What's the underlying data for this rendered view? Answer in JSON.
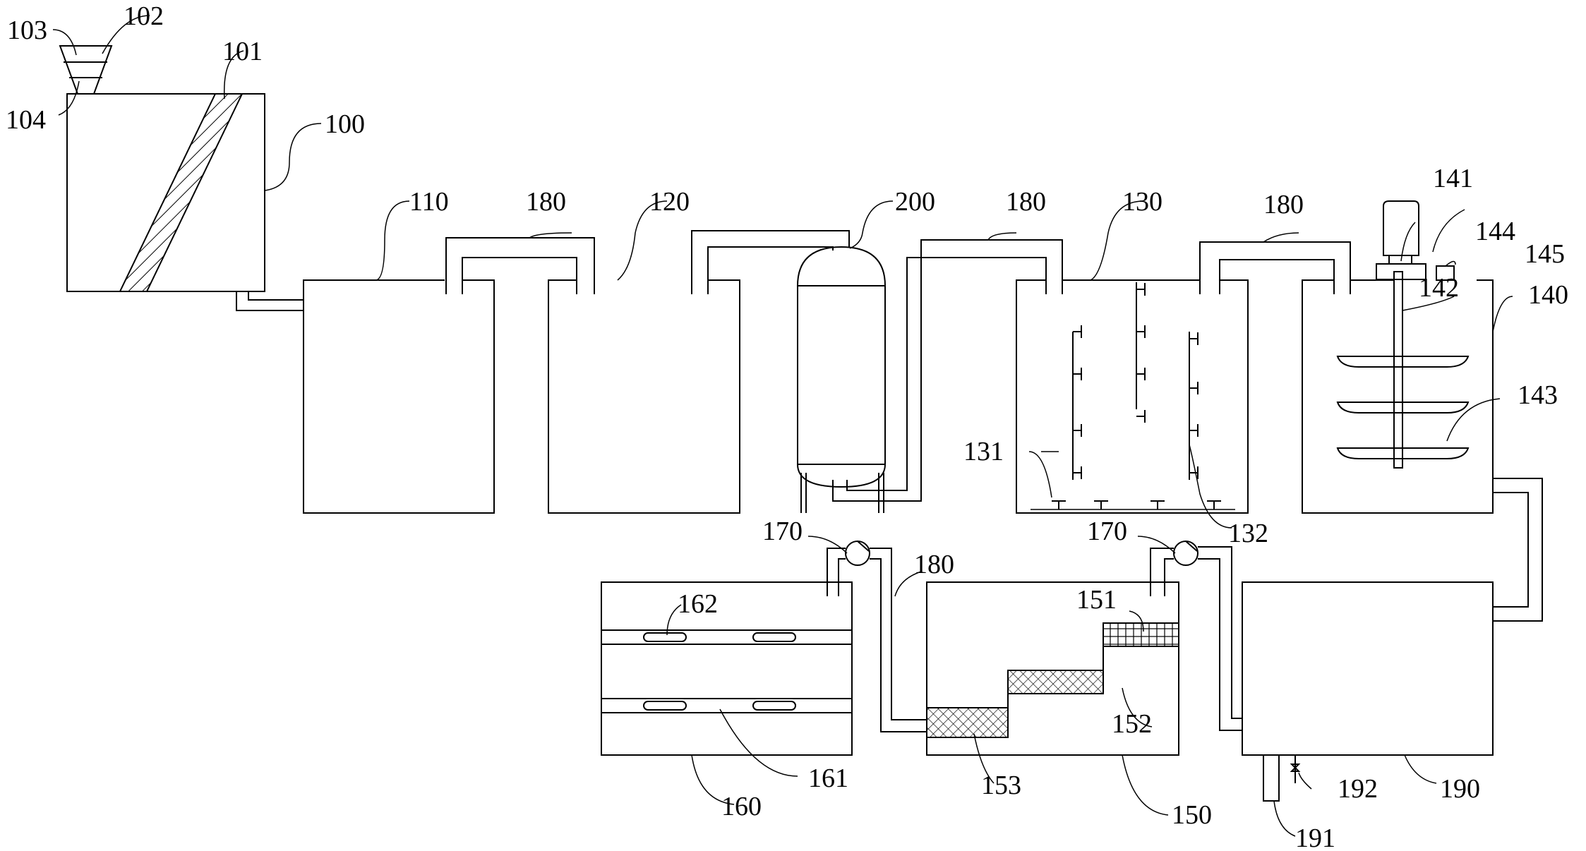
{
  "labels": {
    "l100": "100",
    "l101": "101",
    "l102": "102",
    "l103": "103",
    "l104": "104",
    "l110": "110",
    "l120": "120",
    "l130": "130",
    "l131": "131",
    "l132": "132",
    "l140": "140",
    "l141": "141",
    "l142": "142",
    "l143": "143",
    "l144": "144",
    "l145": "145",
    "l150": "150",
    "l151": "151",
    "l152": "152",
    "l153": "153",
    "l160": "160",
    "l161": "161",
    "l162": "162",
    "l170a": "170",
    "l170b": "170",
    "l180a": "180",
    "l180b": "180",
    "l180c": "180",
    "l180d": "180",
    "l190": "190",
    "l191": "191",
    "l192": "192",
    "l200": "200"
  },
  "colors": {
    "line": "#000000",
    "background": "#ffffff"
  }
}
